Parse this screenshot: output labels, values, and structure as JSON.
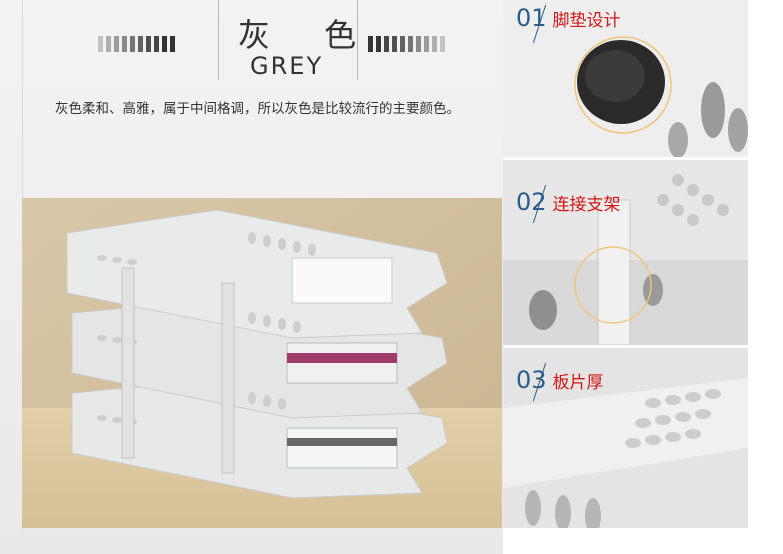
{
  "color_section": {
    "title_zh": "灰 色",
    "title_en": "GREY",
    "description": "灰色柔和、高雅，属于中间格调，所以灰色是比较流行的主要颜色。"
  },
  "features": [
    {
      "number": "01",
      "label": "脚垫设计"
    },
    {
      "number": "02",
      "label": "连接支架"
    },
    {
      "number": "03",
      "label": "板片厚"
    }
  ],
  "colors": {
    "accent_red": "#d41717",
    "number_blue": "#2a5d8a",
    "tray_grey": "#e3e6e4"
  }
}
